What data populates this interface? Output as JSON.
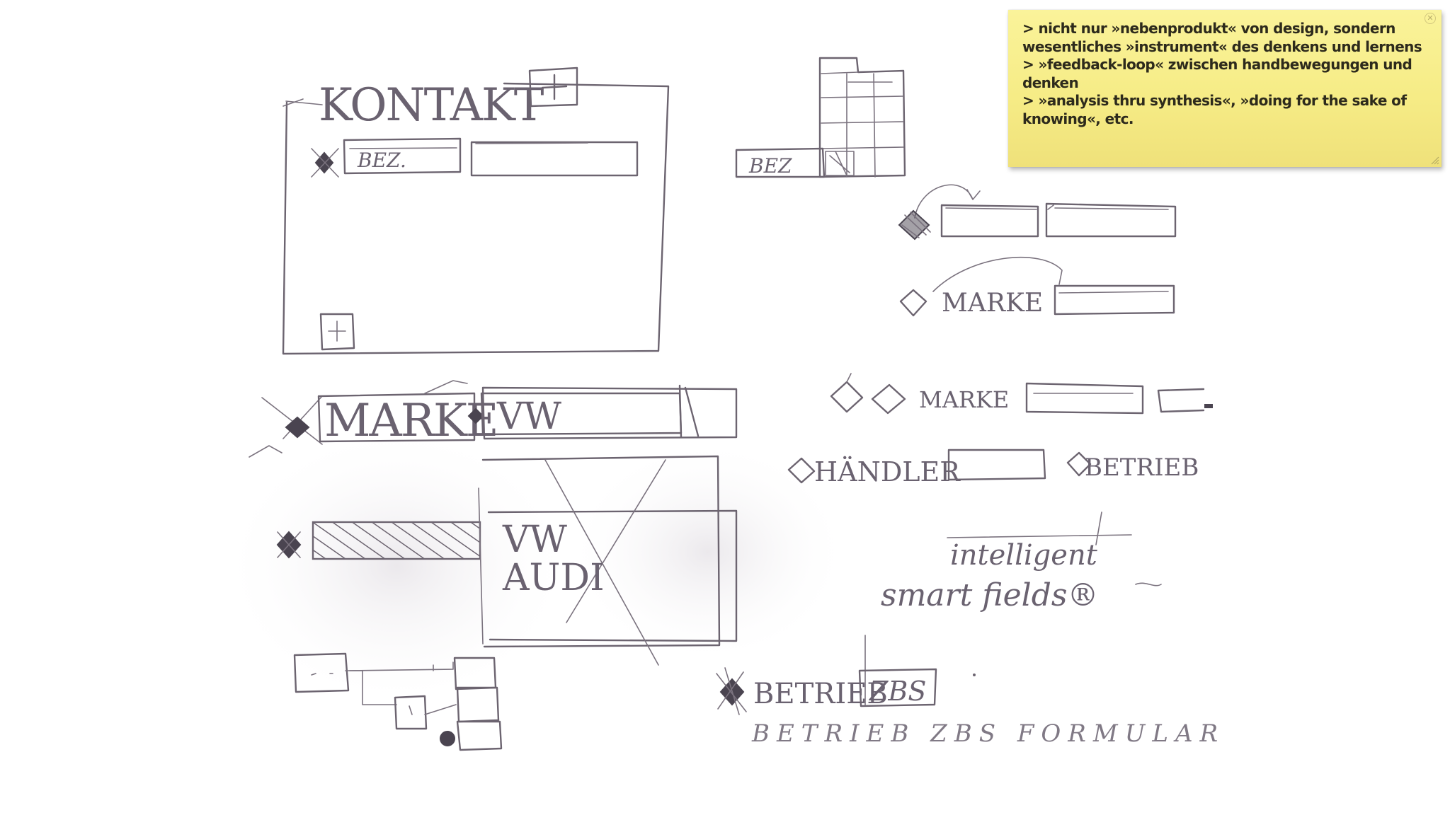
{
  "sketch": {
    "labels": {
      "kontakt": "KONTAKT",
      "bez": "BEZ.",
      "marke_main": "MARKE",
      "vw_field": "VW",
      "vw_audi_vw": "VW",
      "vw_audi_audi": "AUDI",
      "bez_small": "BEZ",
      "marke_arc": "MARKE",
      "marke_row": "MARKE",
      "haendler": "HÄNDLER",
      "betrieb_right": "BETRIEB",
      "intelligent": "intelligent",
      "smart_fields": "smart fields®",
      "betrieb_bottom": "BETRIEB",
      "zbs": "ZBS",
      "bottom_scribble": "BETRIEB ZBS FORMULAR"
    }
  },
  "sticky_note": {
    "lines": [
      "> nicht nur »nebenprodukt« von design, sondern wesentliches »instrument« des denkens und lernens",
      "> »feedback-loop« zwischen handbewegungen und denken",
      "> »analysis thru synthesis«, »doing for the sake of knowing«, etc."
    ],
    "close_icon": "close-icon",
    "resize_icon": "resize-grip-icon",
    "colors": {
      "paper": "#f6ec86",
      "text": "#2d2a1c"
    }
  }
}
